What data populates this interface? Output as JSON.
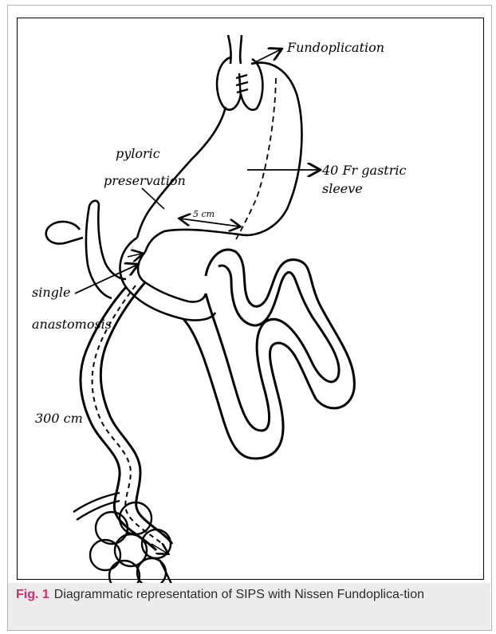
{
  "labels": {
    "fundoplication": "Fundoplication",
    "pyloric_1": "pyloric",
    "pyloric_2": "preservation",
    "sleeve_1": "40 Fr gastric",
    "sleeve_2": "sleeve",
    "distance_5cm": "5 cm",
    "single": "single",
    "anastomosis": "anastomosis",
    "length_300cm": "300 cm"
  },
  "caption": {
    "label": "Fig. 1",
    "text": "Diagrammatic representation of SIPS with Nissen Fundoplica-tion"
  },
  "colors": {
    "caption_label": "#d0306b",
    "caption_band": "#ececec"
  }
}
